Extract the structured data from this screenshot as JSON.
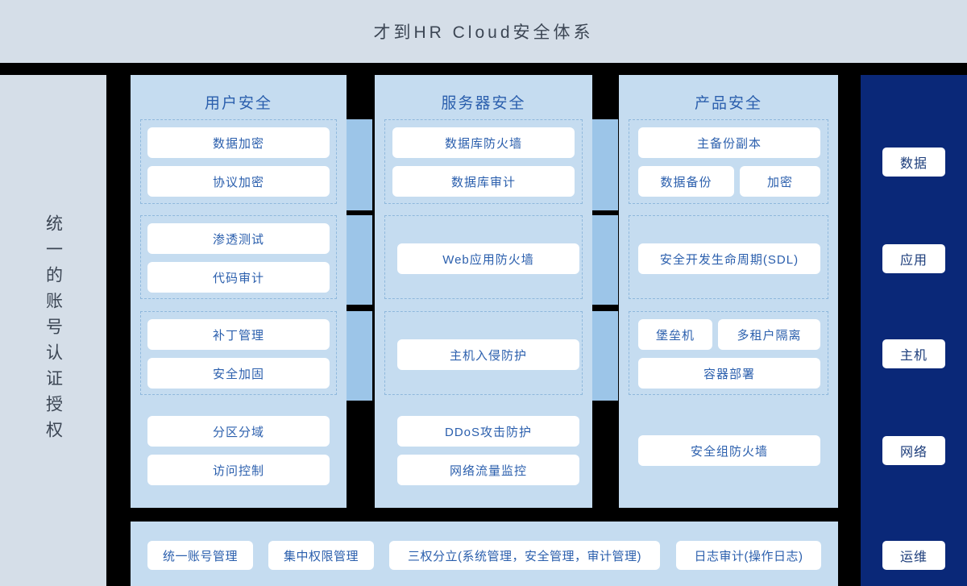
{
  "header": {
    "title": "才到HR Cloud安全体系"
  },
  "left_rail": {
    "label": "统一的账号认证授权"
  },
  "right_rail": {
    "background_color": "#0A2878",
    "items": [
      {
        "label": "数据"
      },
      {
        "label": "应用"
      },
      {
        "label": "主机"
      },
      {
        "label": "网络"
      },
      {
        "label": "运维"
      }
    ]
  },
  "colors": {
    "header_bg": "#D5DEE8",
    "column_bg": "#C5DCF0",
    "connector_bg": "#9CC5E8",
    "chip_bg": "#FFFFFF",
    "chip_text": "#2B5FAD",
    "title_text": "#3C4654",
    "navy": "#0A2878",
    "dashed_border": "#8FB8DC",
    "gap": "#000000"
  },
  "columns": [
    {
      "title": "用户安全",
      "groups": [
        {
          "boxed": true,
          "items": [
            {
              "label": "数据加密"
            },
            {
              "label": "协议加密"
            }
          ]
        },
        {
          "boxed": true,
          "items": [
            {
              "label": "渗透测试"
            },
            {
              "label": "代码审计"
            }
          ]
        },
        {
          "boxed": true,
          "items": [
            {
              "label": "补丁管理"
            },
            {
              "label": "安全加固"
            }
          ]
        },
        {
          "boxed": false,
          "items": [
            {
              "label": "分区分域"
            },
            {
              "label": "访问控制"
            }
          ]
        }
      ]
    },
    {
      "title": "服务器安全",
      "groups": [
        {
          "boxed": true,
          "items": [
            {
              "label": "数据库防火墙"
            },
            {
              "label": "数据库审计"
            }
          ]
        },
        {
          "boxed": true,
          "items": [
            {
              "label": "Web应用防火墙"
            }
          ]
        },
        {
          "boxed": true,
          "items": [
            {
              "label": "主机入侵防护"
            }
          ]
        },
        {
          "boxed": false,
          "items": [
            {
              "label": "DDoS攻击防护"
            },
            {
              "label": "网络流量监控"
            }
          ]
        }
      ]
    },
    {
      "title": "产品安全",
      "groups": [
        {
          "boxed": true,
          "items": [
            {
              "label": "主备份副本"
            },
            {
              "label": "数据备份"
            },
            {
              "label": "加密"
            }
          ]
        },
        {
          "boxed": true,
          "items": [
            {
              "label": "安全开发生命周期(SDL)"
            }
          ]
        },
        {
          "boxed": true,
          "items": [
            {
              "label": "堡垒机"
            },
            {
              "label": "多租户隔离"
            },
            {
              "label": "容器部署"
            }
          ]
        },
        {
          "boxed": false,
          "items": [
            {
              "label": "安全组防火墙"
            }
          ]
        }
      ]
    }
  ],
  "bottom_bar": {
    "items": [
      {
        "label": "统一账号管理"
      },
      {
        "label": "集中权限管理"
      },
      {
        "label": "三权分立(系统管理，安全管理，审计管理)"
      },
      {
        "label": "日志审计(操作日志)"
      }
    ]
  }
}
